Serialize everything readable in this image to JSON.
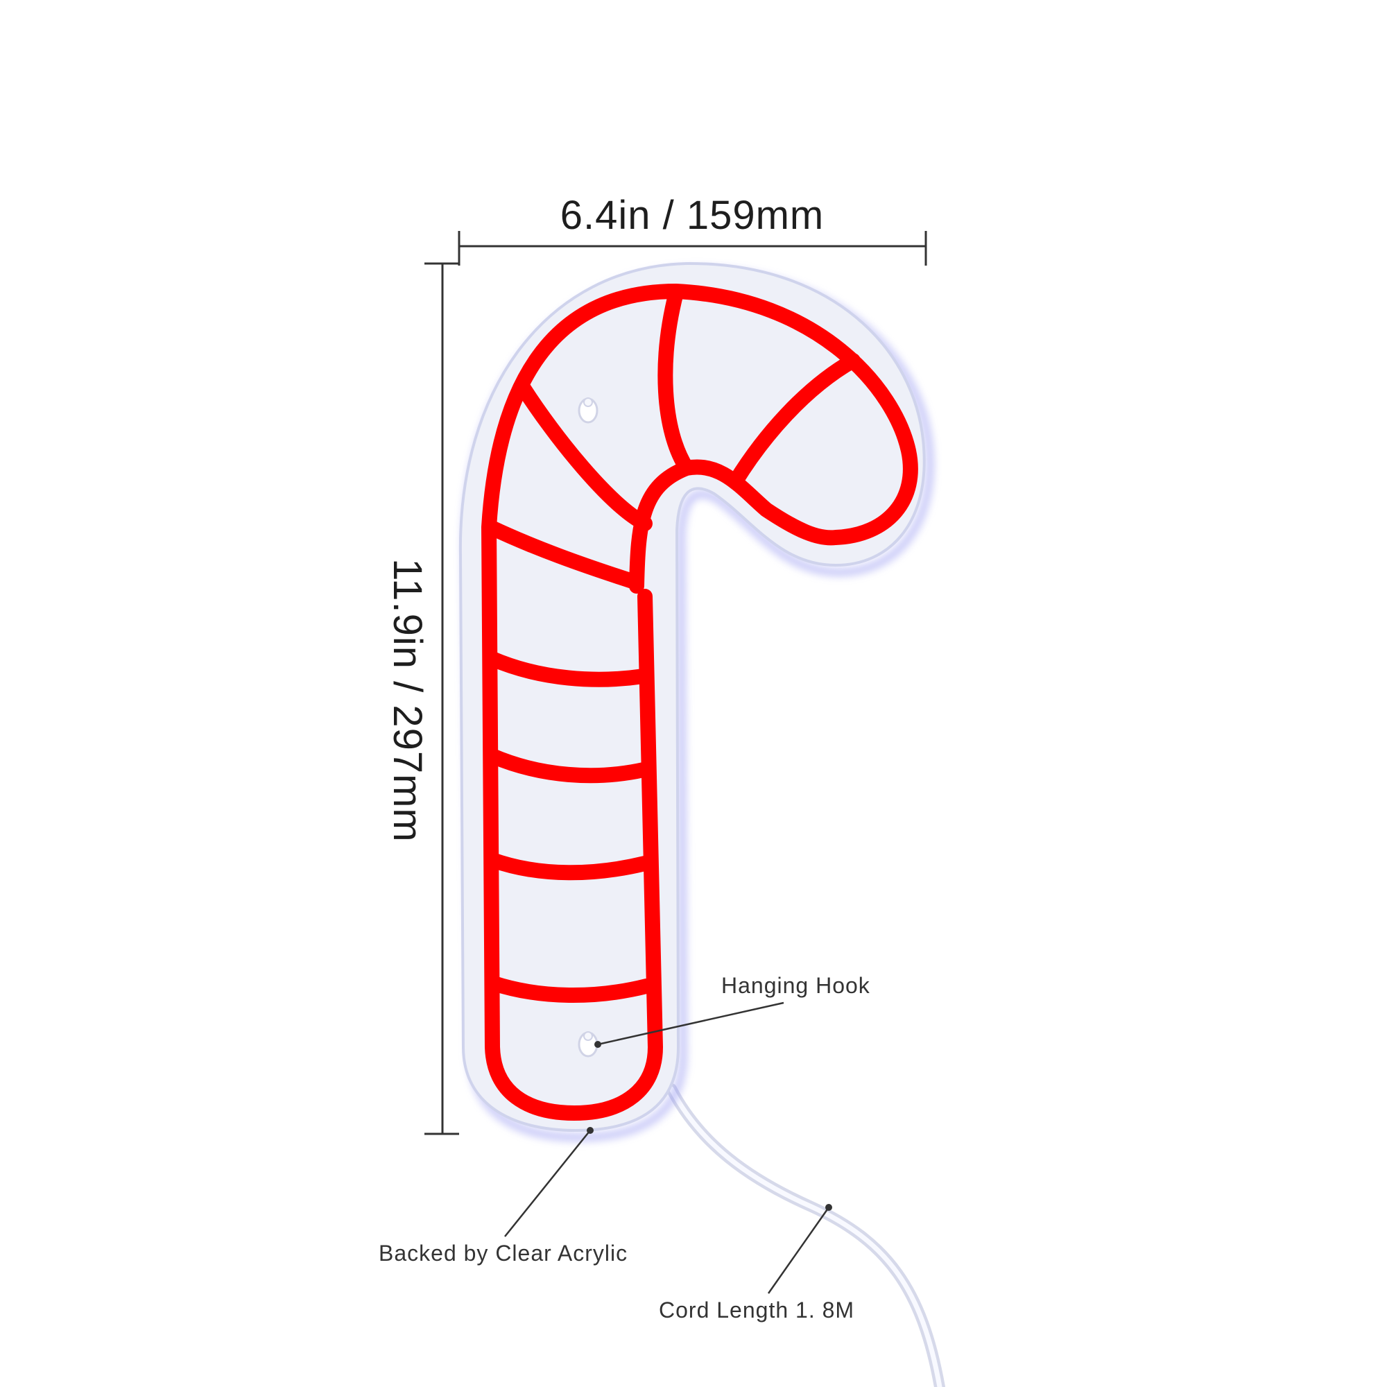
{
  "dimensions": {
    "width_label": "6.4in / 159mm",
    "height_label": "11.9in / 297mm"
  },
  "callouts": {
    "hook": "Hanging Hook",
    "acrylic": "Backed by Clear Acrylic",
    "cord": "Cord Length 1. 8M"
  },
  "colors": {
    "neon": "#ff0000",
    "acrylic_fill": "#eef0f8",
    "acrylic_edge": "#c9cdea",
    "glow": "#8a8cf0",
    "cord": "#dfe2f0",
    "line": "#333333"
  }
}
